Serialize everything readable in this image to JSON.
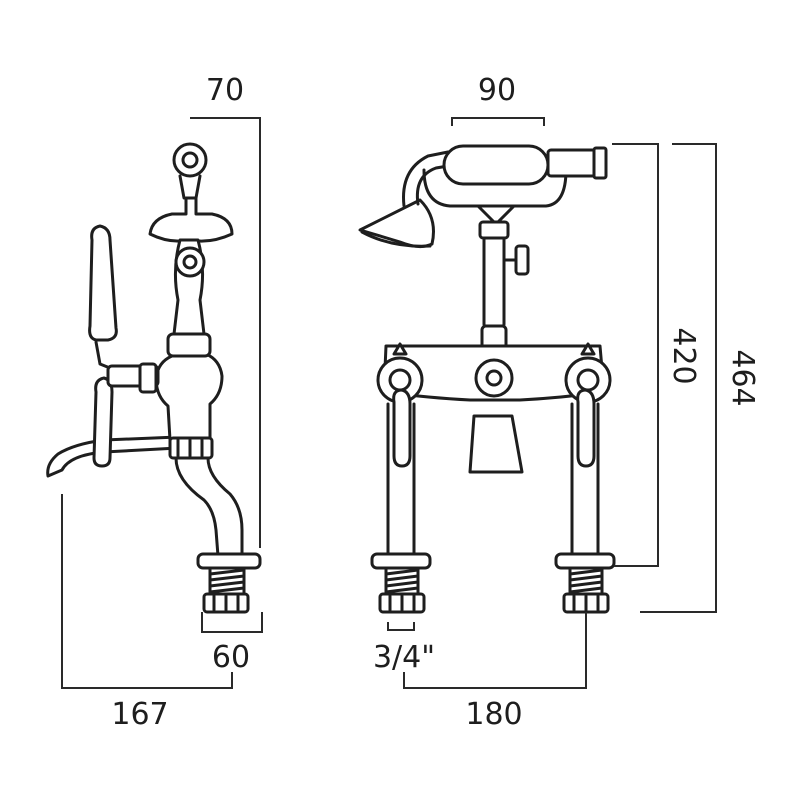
{
  "drawing": {
    "dimensions": {
      "side_top_width": "70",
      "side_base_width": "60",
      "side_spout_reach": "167",
      "front_handset_width": "90",
      "front_connector_size": "3/4\"",
      "front_centres": "180",
      "front_height_to_base": "420",
      "front_overall_height": "464"
    }
  }
}
